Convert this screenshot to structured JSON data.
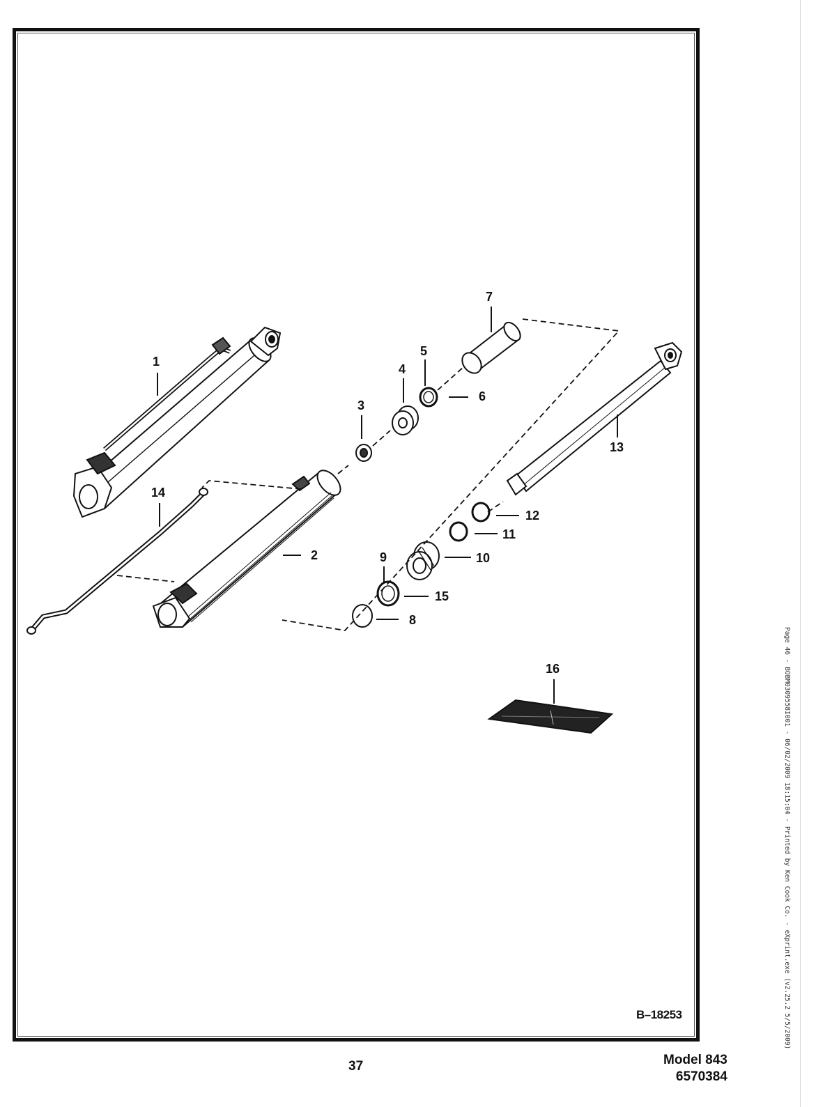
{
  "figure": {
    "id": "B–18253",
    "callouts": [
      "1",
      "2",
      "3",
      "4",
      "5",
      "6",
      "7",
      "8",
      "9",
      "10",
      "11",
      "12",
      "13",
      "14",
      "15",
      "16"
    ]
  },
  "footer": {
    "page_number": "37",
    "model": "Model 843",
    "part_number": "6570384"
  },
  "margin_print": "Page 46 - BOBM0309558I001 - 06/02/2009 18:15:04 - Printed by Ken Cook Co. - eXprint.exe (v2.25.2 5/5/2009)"
}
